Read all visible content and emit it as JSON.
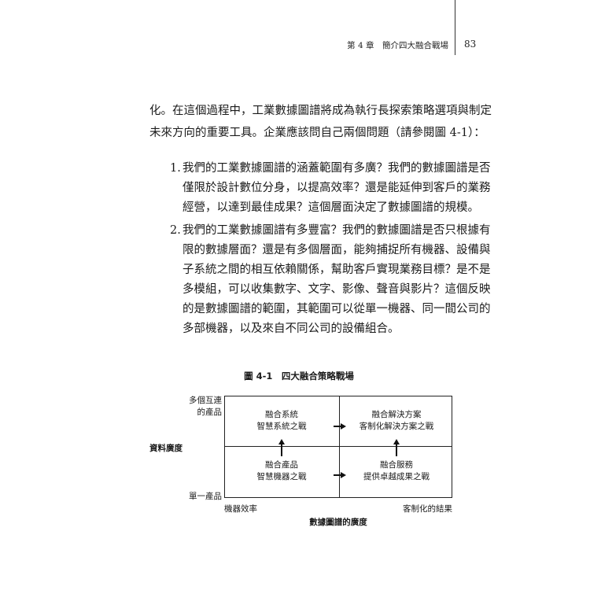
{
  "header": {
    "chapter": "第 4 章　簡介四大融合戰場",
    "page_number": "83"
  },
  "intro": [
    "化。在這個過程中，工業數據圖譜將成為執行長探索策略選項與制定",
    "未來方向的重要工具。企業應該問自己兩個問題（請參閱圖 4-1）："
  ],
  "questions": [
    {
      "number": "1.",
      "lines": [
        "我們的工業數據圖譜的涵蓋範圍有多廣？我們的數據圖譜是否",
        "僅限於設計數位分身，以提高效率？還是能延伸到客戶的業務",
        "經營，以達到最佳成果？這個層面決定了數據圖譜的規模。"
      ]
    },
    {
      "number": "2.",
      "lines": [
        "我們的工業數據圖譜有多豐富？我們的數據圖譜是否只根據有",
        "限的數據層面？還是有多個層面，能夠捕捉所有機器、設備與",
        "子系統之間的相互依賴關係，幫助客戶實現業務目標？是不是",
        "多模組，可以收集數字、文字、影像、聲音與影片？這個反映",
        "的是數據圖譜的範圍，其範圍可以從單一機器、同一間公司的",
        "多部機器，以及來自不同公司的設備組合。"
      ]
    }
  ],
  "figure": {
    "title": "圖 4-1　四大融合策略戰場",
    "y_axis_label": "資料廣度",
    "y_top_label": [
      "多個互連",
      "的產品"
    ],
    "y_bottom_label": "單一產品",
    "x_left_label": "機器效率",
    "x_right_label": "客制化的結果",
    "x_axis_label": "數據圖譜的廣度",
    "cells": {
      "top_left": [
        "融合系統",
        "智慧系統之戰"
      ],
      "top_right": [
        "融合解決方案",
        "客制化解決方案之戰"
      ],
      "bottom_left": [
        "融合產品",
        "智慧機器之戰"
      ],
      "bottom_right": [
        "融合服務",
        "提供卓越成果之戰"
      ]
    }
  }
}
